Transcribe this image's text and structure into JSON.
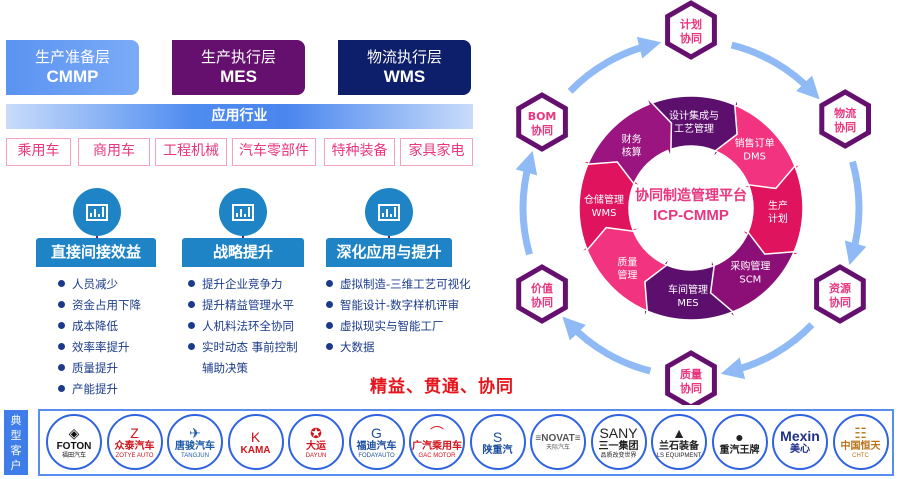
{
  "layers": [
    {
      "title": "生产准备层",
      "code": "CMMP",
      "color": "#6ca0f5"
    },
    {
      "title": "生产执行层",
      "code": "MES",
      "color": "#65106f"
    },
    {
      "title": "物流执行层",
      "code": "WMS",
      "color": "#0d1e6a"
    }
  ],
  "application": {
    "title": "应用行业",
    "industries": [
      "乘用车",
      "商用车",
      "工程机械",
      "汽车零部件",
      "特种装备",
      "家具家电"
    ]
  },
  "benefits": [
    {
      "icon": "bar-chart-icon",
      "title": "直接间接效益",
      "items": [
        "人员减少",
        "资金占用下降",
        "成本降低",
        "效率率提升",
        "质量提升",
        "产能提升"
      ]
    },
    {
      "icon": "bar-chart-icon",
      "title": "战略提升",
      "items": [
        "提升企业竞争力",
        "提升精益管理水平",
        "人机料法环全协同",
        "实时动态  事前控制"
      ],
      "continuation": "辅助决策"
    },
    {
      "icon": "bar-chart-icon",
      "title": "深化应用与提升",
      "items": [
        "虚拟制造-三维工艺可视化",
        "智能设计-数字样机评审",
        "虚拟现实与智能工厂",
        "大数据"
      ]
    }
  ],
  "slogan": "精益、贯通、协同",
  "platform": {
    "title": "协同制造管理平台",
    "code": "ICP-CMMP",
    "segments": [
      {
        "line1": "设计集成与",
        "line2": "工艺管理",
        "color": "#5d0f6e"
      },
      {
        "line1": "销售订单",
        "line2": "DMS",
        "color": "#f2337f"
      },
      {
        "line1": "生产",
        "line2": "计划",
        "color": "#e0145e"
      },
      {
        "line1": "采购管理",
        "line2": "SCM",
        "color": "#8c0f78"
      },
      {
        "line1": "车间管理",
        "line2": "MES",
        "color": "#5d0f6e"
      },
      {
        "line1": "质量",
        "line2": "管理",
        "color": "#f2337f"
      },
      {
        "line1": "仓储管理",
        "line2": "WMS",
        "color": "#e0145e"
      },
      {
        "line1": "财务",
        "line2": "核算",
        "color": "#9a1580"
      }
    ],
    "collaborations": [
      {
        "line1": "计划",
        "line2": "协同"
      },
      {
        "line1": "物流",
        "line2": "协同"
      },
      {
        "line1": "资源",
        "line2": "协同"
      },
      {
        "line1": "质量",
        "line2": "协同"
      },
      {
        "line1": "价值",
        "line2": "协同"
      },
      {
        "line1": "BOM",
        "line2": "协同"
      }
    ]
  },
  "customers": {
    "label": [
      "典",
      "型",
      "客",
      "户"
    ],
    "logos": [
      {
        "name": "FOTON",
        "sub": "福田汽车",
        "emblem": "◈",
        "color": "#111111"
      },
      {
        "name": "众泰汽车",
        "sub": "ZOTYE AUTO",
        "emblem": "Z",
        "color": "#d0141b"
      },
      {
        "name": "唐骏汽车",
        "sub": "TANGJUN",
        "emblem": "✈",
        "color": "#1e5aa8"
      },
      {
        "name": "KAMA",
        "sub": "",
        "emblem": "K",
        "color": "#d0141b"
      },
      {
        "name": "大运",
        "sub": "DAYUN",
        "emblem": "✪",
        "color": "#d0141b"
      },
      {
        "name": "福迪汽车",
        "sub": "FODAYAUTO",
        "emblem": "G",
        "color": "#1e4f9e"
      },
      {
        "name": "广汽乘用车",
        "sub": "GAC MOTOR",
        "emblem": "⌒",
        "color": "#d0141b"
      },
      {
        "name": "陕重汽",
        "sub": "",
        "emblem": "S",
        "color": "#1e4f9e"
      },
      {
        "name": "≡NOVAT≡",
        "sub": "天际汽车",
        "emblem": "",
        "color": "#555555"
      },
      {
        "name": "三一集团",
        "sub": "品质改变世界",
        "emblem": "SANY",
        "color": "#222222"
      },
      {
        "name": "兰石装备",
        "sub": "LS EQUIPMENT",
        "emblem": "▲",
        "color": "#222222"
      },
      {
        "name": "重汽王牌",
        "sub": "",
        "emblem": "●",
        "color": "#222222"
      },
      {
        "name": "Mexin",
        "sub": "美心",
        "emblem": "",
        "color": "#1e2f8a"
      },
      {
        "name": "中国恒天",
        "sub": "CHTC",
        "emblem": "☷",
        "color": "#b8741a"
      }
    ]
  }
}
